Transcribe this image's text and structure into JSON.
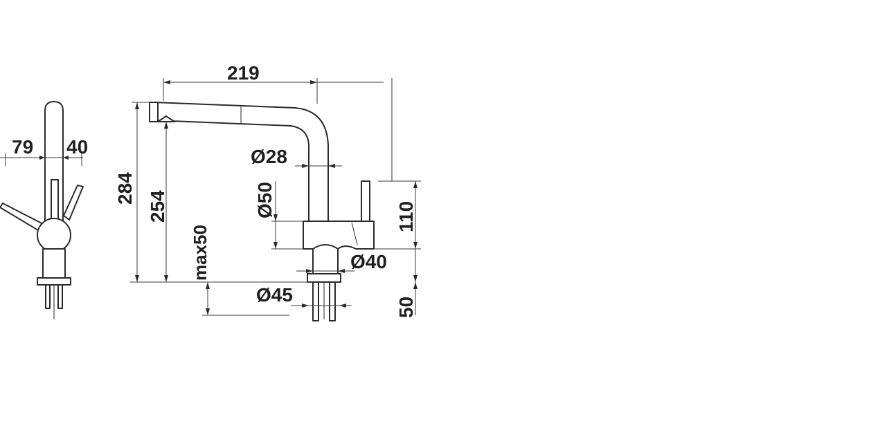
{
  "diagram": {
    "dimensions": {
      "side_left": "79",
      "side_right": "40",
      "total_height": "284",
      "spout_height": "254",
      "max_worktop": "max50",
      "reach": "219",
      "spout_diameter": "Ø28",
      "body_diameter": "Ø50",
      "base_diameter": "Ø40",
      "mount_diameter": "Ø45",
      "lever_height": "110",
      "base_height": "50"
    }
  }
}
